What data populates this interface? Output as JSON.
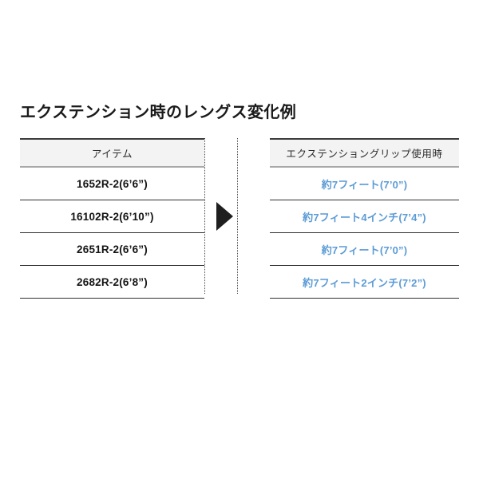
{
  "document": {
    "section_title": "エクステンション時のレングス変化例"
  },
  "table": {
    "headers": {
      "item": "アイテム",
      "spacer": "",
      "result": "エクステンショングリップ使用時"
    },
    "arrow_icon": "arrow-right-triangle",
    "rows": [
      {
        "item": "1652R-2(6’6”)",
        "result": "約7フィート(7’0”)"
      },
      {
        "item": "16102R-2(6’10”)",
        "result": "約7フィート4インチ(7’4”)"
      },
      {
        "item": "2651R-2(6’6”)",
        "result": "約7フィート(7’0”)"
      },
      {
        "item": "2682R-2(6’8”)",
        "result": "約7フィート2インチ(7’2”)"
      }
    ]
  },
  "colors": {
    "title_text": "#1a1a1a",
    "item_text": "#141414",
    "result_text": "#5b9bd5",
    "header_background": "#f3f3f3",
    "header_top_border": "#3b3b3b",
    "header_bottom_border": "#a8a8a8",
    "row_border": "#2f2f2f",
    "arrow_fill": "#1f1f1f",
    "page_background": "#ffffff"
  }
}
